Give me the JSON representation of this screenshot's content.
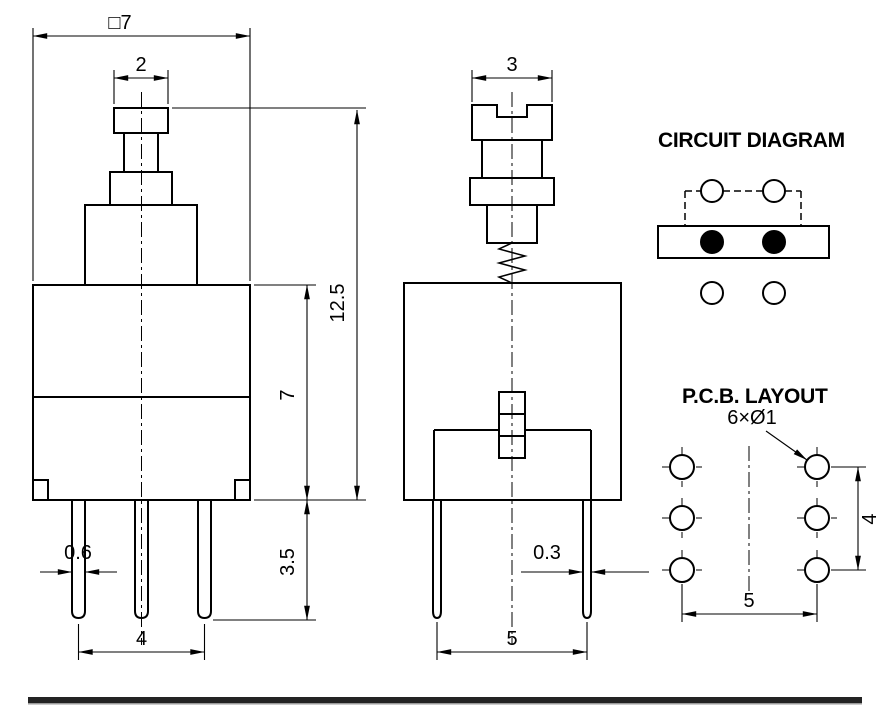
{
  "front_view": {
    "dim_overall_width": "□7",
    "dim_cap_width": "2",
    "dim_total_height": "12.5",
    "dim_body_height": "7",
    "dim_pin_length": "3.5",
    "dim_pin_width": "0.6",
    "dim_pin_span": "4"
  },
  "side_view": {
    "dim_cap_width": "3",
    "dim_pin_width": "0.3",
    "dim_pin_span": "5"
  },
  "circuit_diagram": {
    "title": "CIRCUIT DIAGRAM"
  },
  "pcb": {
    "title": "P.C.B. LAYOUT",
    "dim_holes": "6×Ø1",
    "dim_row_span": "4",
    "dim_col_span": "5"
  }
}
